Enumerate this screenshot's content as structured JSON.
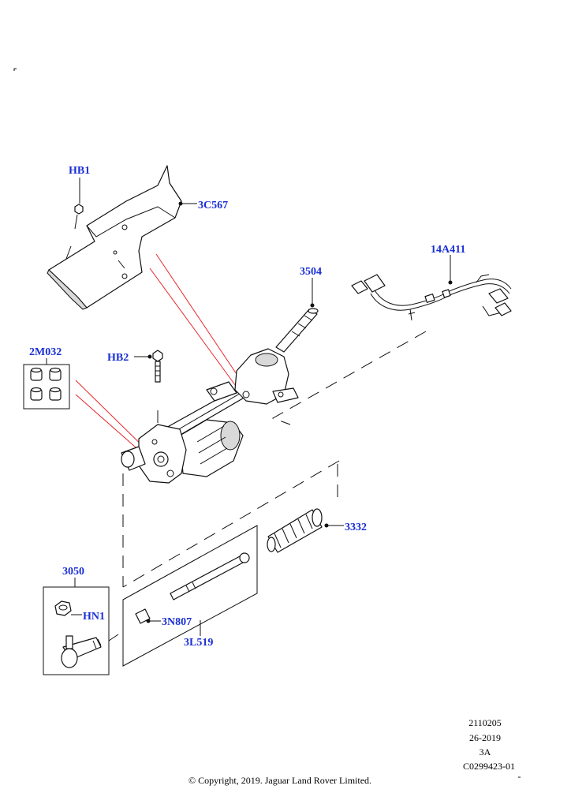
{
  "diagram": {
    "callouts": {
      "hb1": "HB1",
      "c3c567": "3C567",
      "p3504": "3504",
      "p14a411": "14A411",
      "p2m032": "2M032",
      "hb2": "HB2",
      "p3332": "3332",
      "p3050": "3050",
      "hn1": "HN1",
      "p3n807": "3N807",
      "p3l519": "3L519"
    },
    "meta": {
      "ref_number": "2110205",
      "date": "26-2019",
      "revision": "3A",
      "image_code": "C0299423-01"
    },
    "copyright": "© Copyright, 2019. Jaguar Land Rover Limited.",
    "colors": {
      "callout": "#1a2fd6",
      "guide_line": "#e8262a"
    }
  }
}
